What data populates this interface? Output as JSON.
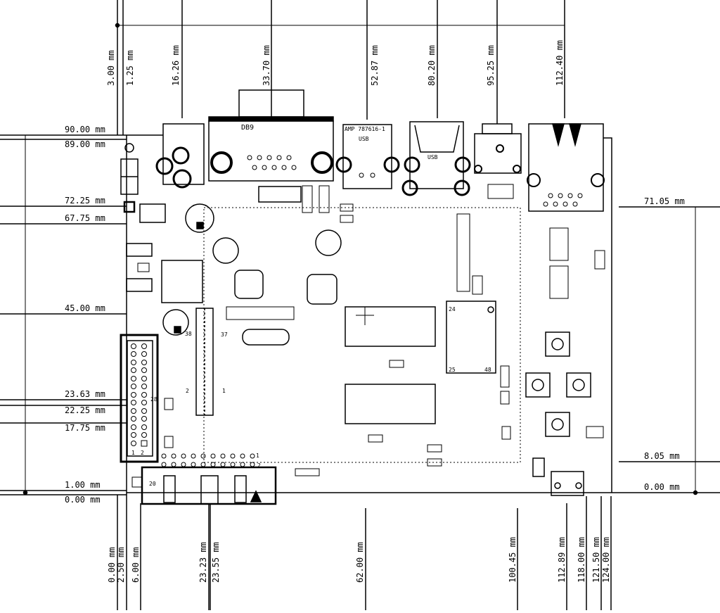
{
  "drawing": {
    "top_dims": [
      "3.00 mm",
      "1.25 mm",
      "16.26 mm",
      "33.70 mm",
      "52.87 mm",
      "80.20 mm",
      "95.25 mm",
      "112.40 mm"
    ],
    "bottom_dims": [
      "0.00 mm",
      "2.50 mm",
      "6.00 mm",
      "23.23 mm",
      "23.55 mm",
      "62.00 mm",
      "100.45 mm",
      "112.89 mm",
      "118.00 mm",
      "121.50 mm",
      "124.00 mm"
    ],
    "left_dims": [
      "90.00 mm",
      "89.00 mm",
      "72.25 mm",
      "67.75 mm",
      "45.00 mm",
      "23.63 mm",
      "22.25 mm",
      "17.75 mm",
      "1.00 mm",
      "0.00 mm"
    ],
    "right_dims": [
      "71.05 mm",
      "8.05 mm",
      "0.00 mm"
    ]
  },
  "board": {
    "serial_label": "DB9",
    "usb_labels": [
      "USB",
      "USB"
    ],
    "amp_label": "AMP 787616-1",
    "header_pins": {
      "left_header_28": "28",
      "left_header_1": "1",
      "left_header_2": "2",
      "bottom_header_20": "20",
      "bottom_header_2": "2",
      "bottom_header_1": "1",
      "side_header_37": "37",
      "side_header_2": "2",
      "side_header_1": "1"
    },
    "chip_pins": {
      "p24": "24",
      "p25": "25",
      "p48": "48"
    },
    "buzzer_label": "38"
  }
}
